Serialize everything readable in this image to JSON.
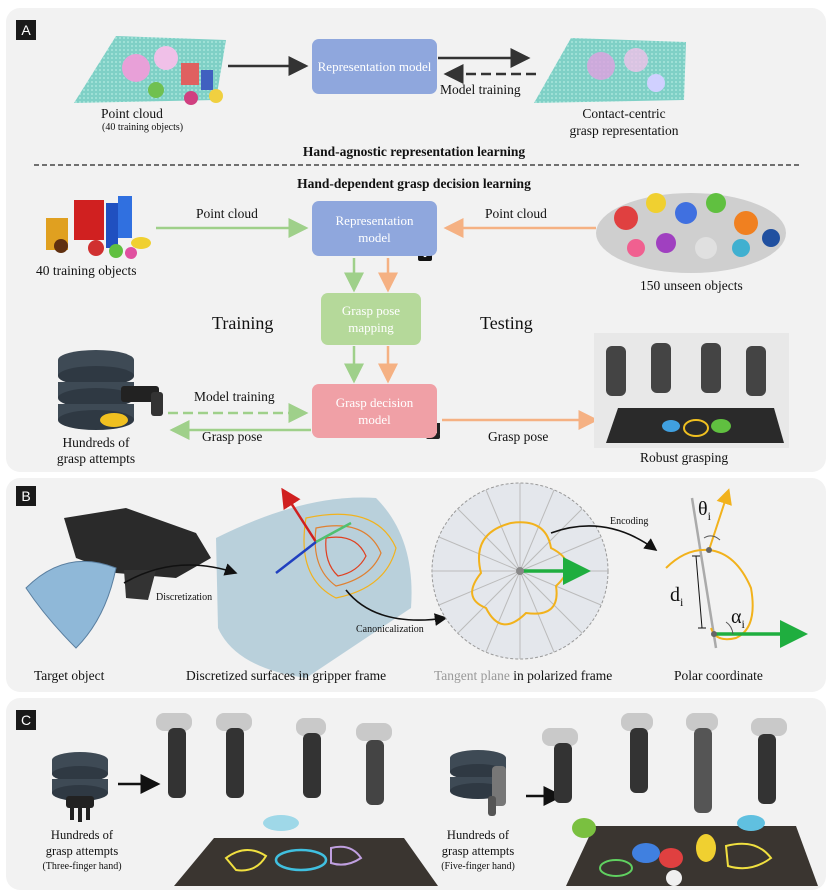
{
  "panel_a": {
    "tag": "A",
    "point_cloud_label": "Point cloud",
    "point_cloud_sub": "(40 training objects)",
    "representation_model_top": "Representation model",
    "model_training_top": "Model training",
    "contact_centric_1": "Contact-centric",
    "contact_centric_2": "grasp representation",
    "hand_agnostic": "Hand-agnostic representation learning",
    "hand_dependent": "Hand-dependent grasp decision learning",
    "training_objects": "40 training objects",
    "point_cloud_left": "Point cloud",
    "point_cloud_right": "Point cloud",
    "representation_model": "Representation model",
    "unseen_objects": "150 unseen objects",
    "training": "Training",
    "testing": "Testing",
    "grasp_pose_mapping": "Grasp pose mapping",
    "model_training": "Model training",
    "grasp_pose_left": "Grasp pose",
    "grasp_decision_model": "Grasp decision model",
    "grasp_pose_right": "Grasp pose",
    "hundreds_1": "Hundreds of",
    "hundreds_2": "grasp attempts",
    "robust_grasping": "Robust grasping"
  },
  "panel_b": {
    "tag": "B",
    "discretization": "Discretization",
    "canonicalization": "Canonicalization",
    "encoding": "Encoding",
    "target_object": "Target object",
    "discretized_surfaces": "Discretized surfaces in gripper frame",
    "tangent_plane_word": "Tangent plane",
    "tangent_plane_rest": " in polarized frame",
    "polar_coordinate": "Polar coordinate",
    "theta": "θ",
    "theta_sub": "i",
    "d": "d",
    "d_sub": "i",
    "alpha": "α",
    "alpha_sub": "i"
  },
  "panel_c": {
    "tag": "C",
    "left_hundreds_1": "Hundreds of",
    "left_hundreds_2": "grasp attempts",
    "left_hand": "(Three-finger hand)",
    "right_hundreds_1": "Hundreds of",
    "right_hundreds_2": "grasp attempts",
    "right_hand": "(Five-finger hand)"
  },
  "colors": {
    "blue_box": "#8fa7dd",
    "green_box": "#b5d99a",
    "pink_box": "#f0a0a6",
    "green_arrow": "#9fd08a",
    "orange_arrow": "#f5b183",
    "yellow_contour": "#f2b21c",
    "green_vector": "#1fae3f"
  }
}
